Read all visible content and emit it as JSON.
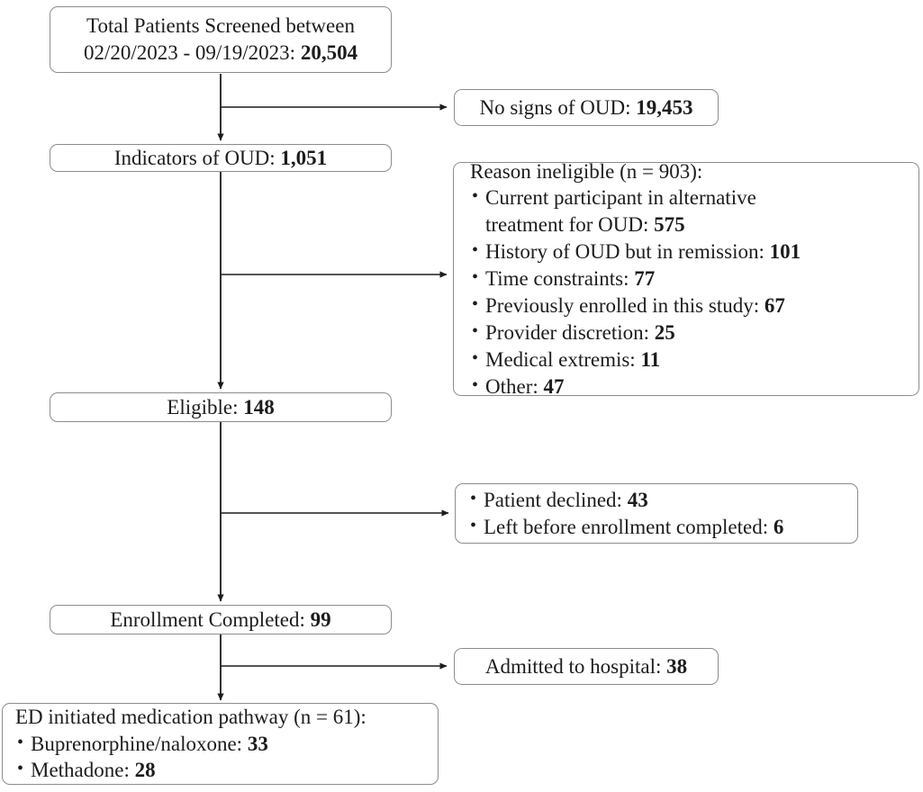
{
  "diagram": {
    "title": "Patient screening and enrollment flow diagram",
    "type": "flowchart",
    "stroke_color": "#8c8c8c",
    "arrow_color": "#1c1c1c",
    "text_color": "#1c1c1c",
    "background_color": "#ffffff"
  },
  "nodes": {
    "screened": {
      "line1": "Total Patients Screened between",
      "line2_prefix": "02/20/2023 - 09/19/2023: ",
      "line2_value": "20,504"
    },
    "no_signs": {
      "label_prefix": "No signs of OUD: ",
      "value": "19,453"
    },
    "indicators": {
      "label_prefix": "Indicators of OUD: ",
      "value": "1,051"
    },
    "ineligible": {
      "heading": "Reason ineligible (n = 903):",
      "items": [
        {
          "label": "Current participant in alternative",
          "label2": "treatment for OUD: ",
          "value": "575",
          "wrapped": true
        },
        {
          "label": "History of OUD but in remission: ",
          "value": "101",
          "wrapped": false
        },
        {
          "label": "Time constraints: ",
          "value": "77",
          "wrapped": false
        },
        {
          "label": "Previously enrolled in this study: ",
          "value": "67",
          "wrapped": false
        },
        {
          "label": "Provider discretion: ",
          "value": "25",
          "wrapped": false
        },
        {
          "label": "Medical extremis: ",
          "value": "11",
          "wrapped": false
        },
        {
          "label": "Other: ",
          "value": "47",
          "wrapped": false
        }
      ]
    },
    "eligible": {
      "label_prefix": "Eligible: ",
      "value": "148"
    },
    "not_enrolled": {
      "items": [
        {
          "label": "Patient declined: ",
          "value": "43"
        },
        {
          "label": "Left before enrollment completed: ",
          "value": "6"
        }
      ]
    },
    "enrollment_completed": {
      "label_prefix": "Enrollment Completed: ",
      "value": "99"
    },
    "admitted": {
      "label_prefix": "Admitted to hospital: ",
      "value": "38"
    },
    "ed_pathway": {
      "heading": "ED initiated medication pathway (n = 61):",
      "items": [
        {
          "label": "Buprenorphine/naloxone: ",
          "value": "33"
        },
        {
          "label": "Methadone: ",
          "value": "28"
        }
      ]
    }
  }
}
